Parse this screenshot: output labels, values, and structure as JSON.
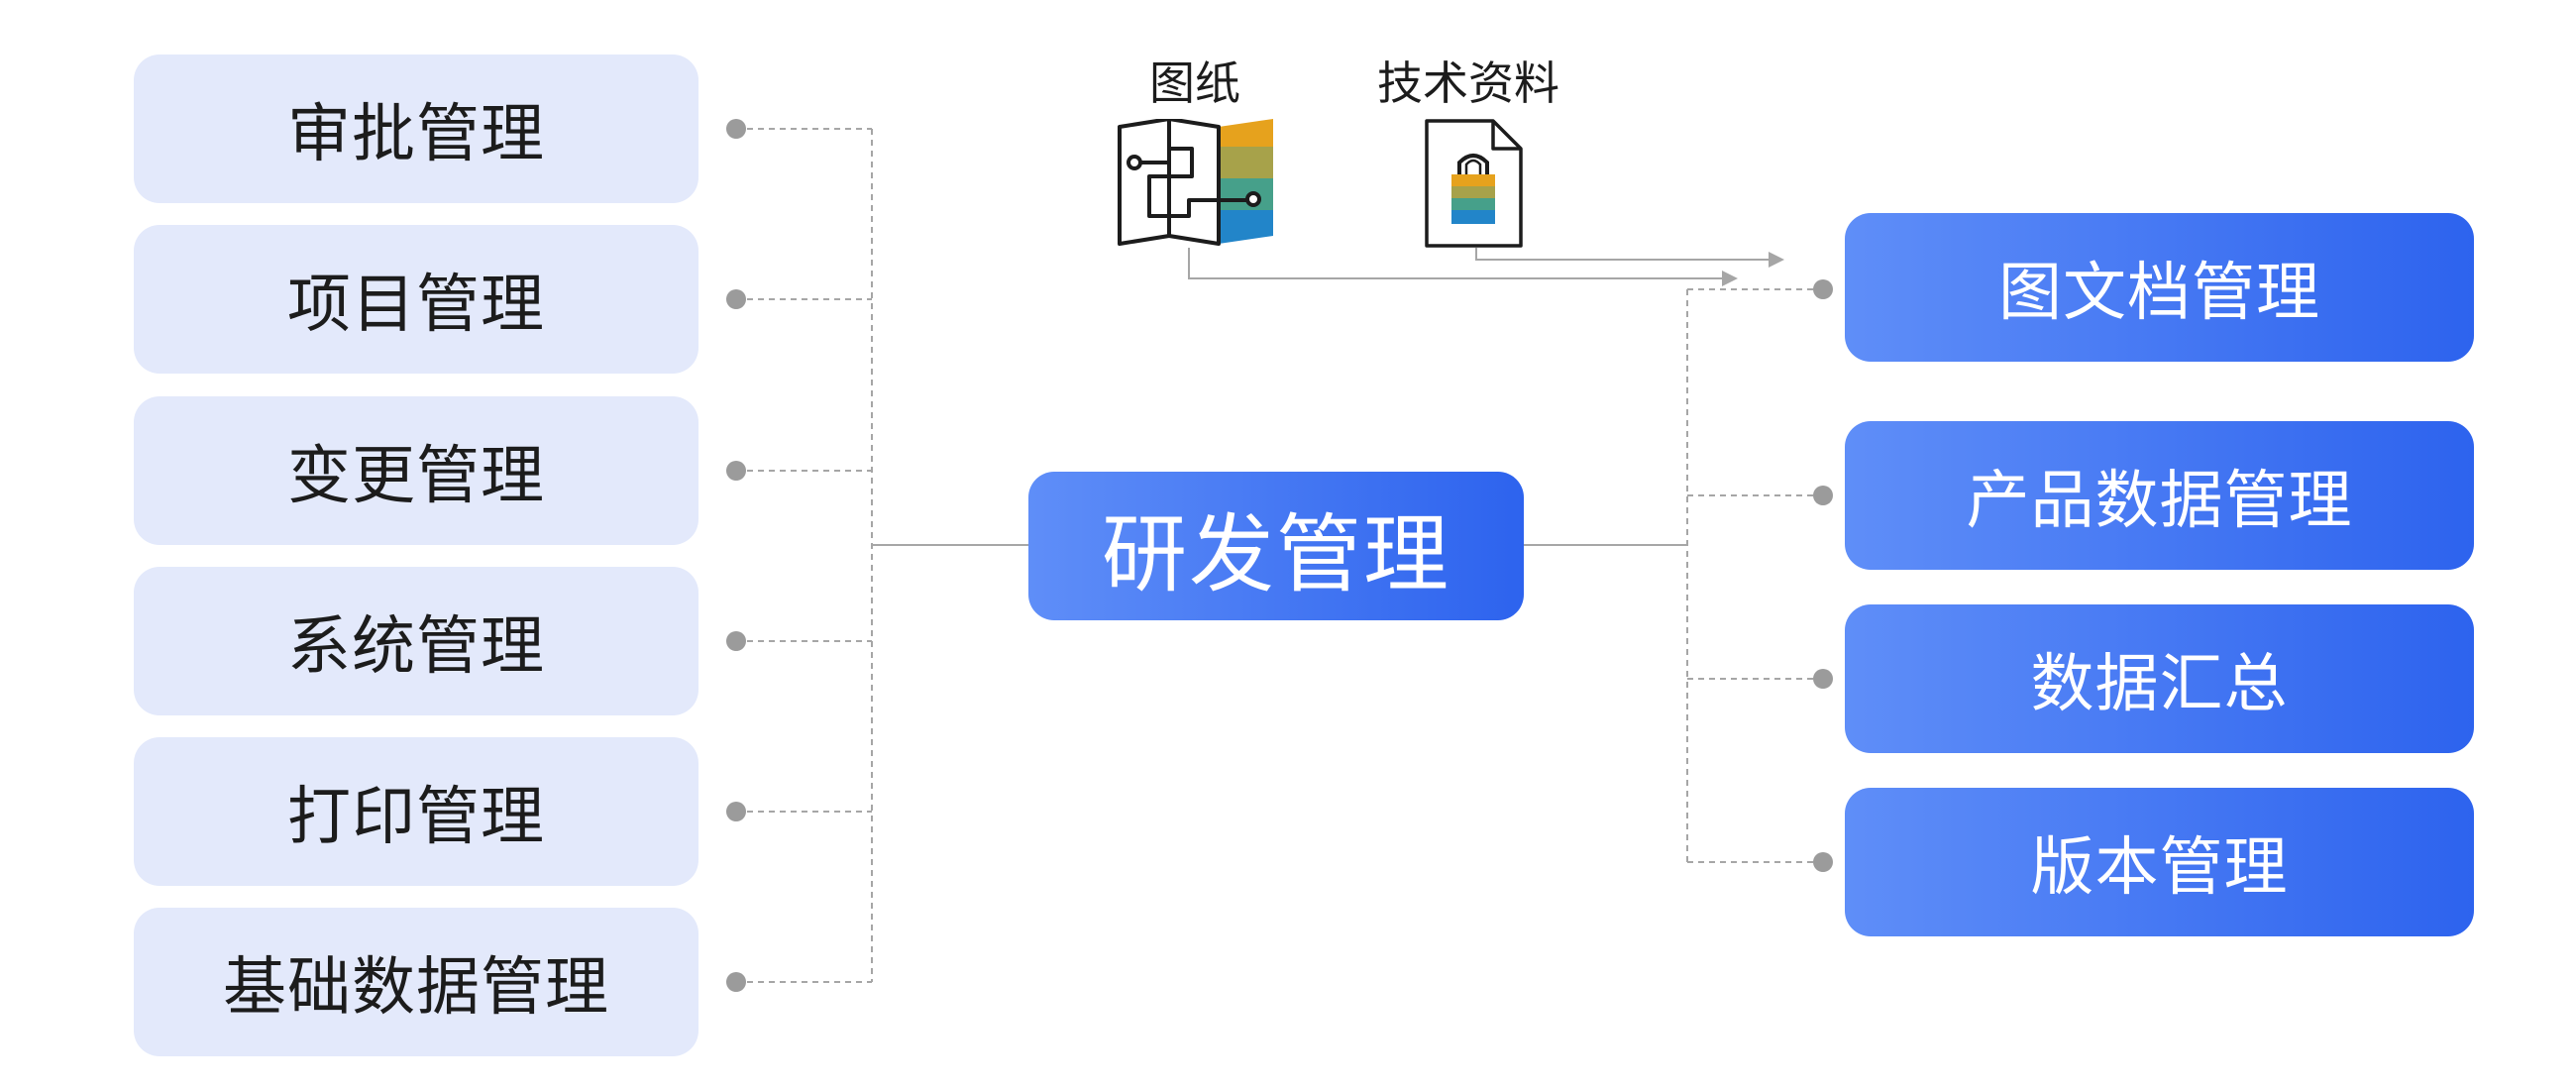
{
  "left_items": [
    "审批管理",
    "项目管理",
    "变更管理",
    "系统管理",
    "打印管理",
    "基础数据管理"
  ],
  "center": "研发管理",
  "right_items": [
    "图文档管理",
    "产品数据管理",
    "数据汇总",
    "版本管理"
  ],
  "icons": [
    {
      "label": "图纸",
      "icon": "blueprint-map-icon"
    },
    {
      "label": "技术资料",
      "icon": "locked-document-icon"
    }
  ],
  "colors": {
    "left_box": "#e3e9fb",
    "accent_start": "#5f8ef8",
    "accent_end": "#2d63ee",
    "connector": "#9a9a9a",
    "connector_dot": "#999999"
  }
}
